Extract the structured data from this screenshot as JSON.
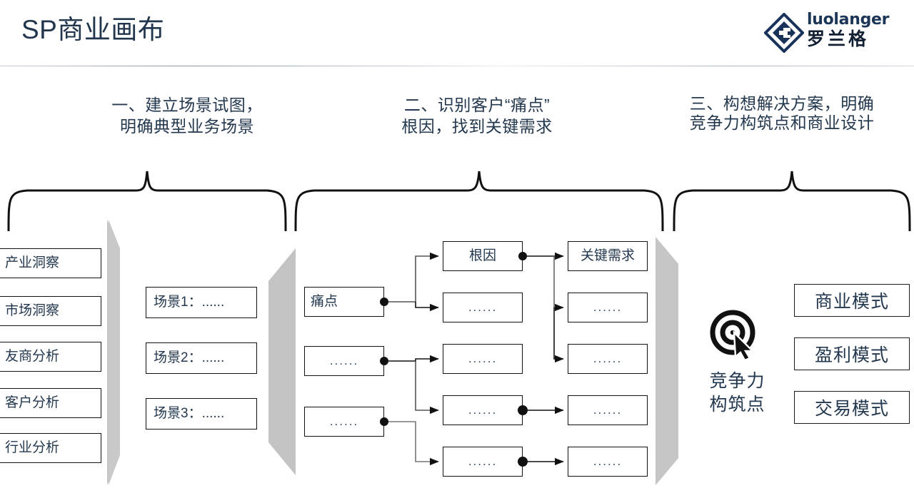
{
  "header": {
    "title": "SP商业画布",
    "logo": {
      "latin": "luolanger",
      "chinese": "罗兰格",
      "mark_name": "diamond-logo-icon"
    }
  },
  "sections": [
    {
      "id": "section-1",
      "heading": "一、建立场景试图，\n明确典型业务场景"
    },
    {
      "id": "section-2",
      "heading": "二、识别客户“痛点”\n根因，找到关键需求"
    },
    {
      "id": "section-3",
      "heading": "三、构想解决方案，明确\n竞争力构筑点和商业设计"
    }
  ],
  "insights": [
    {
      "label": "产业洞察"
    },
    {
      "label": "市场洞察"
    },
    {
      "label": "友商分析"
    },
    {
      "label": "客户分析"
    },
    {
      "label": "行业分析"
    }
  ],
  "scenes": [
    {
      "label": "场景1：......"
    },
    {
      "label": "场景2：......"
    },
    {
      "label": "场景3：......"
    }
  ],
  "pain_points": [
    {
      "label": "痛点"
    },
    {
      "label": "......"
    },
    {
      "label": "......"
    }
  ],
  "root_causes": [
    {
      "label": "根因"
    },
    {
      "label": "......"
    },
    {
      "label": "......"
    },
    {
      "label": "......"
    },
    {
      "label": "......"
    }
  ],
  "key_needs": [
    {
      "label": "关键需求"
    },
    {
      "label": "......"
    },
    {
      "label": "......"
    },
    {
      "label": "......"
    },
    {
      "label": "......"
    }
  ],
  "competitiveness": {
    "icon_name": "target-cursor-icon",
    "label": "竞争力\n构筑点"
  },
  "modes": [
    {
      "label": "商业模式"
    },
    {
      "label": "盈利模式"
    },
    {
      "label": "交易模式"
    }
  ],
  "colors": {
    "title": "#21354c",
    "text": "#23384f",
    "band_gray": "#c3c3c3",
    "line": "#121212",
    "rule": "#aab4c1"
  }
}
